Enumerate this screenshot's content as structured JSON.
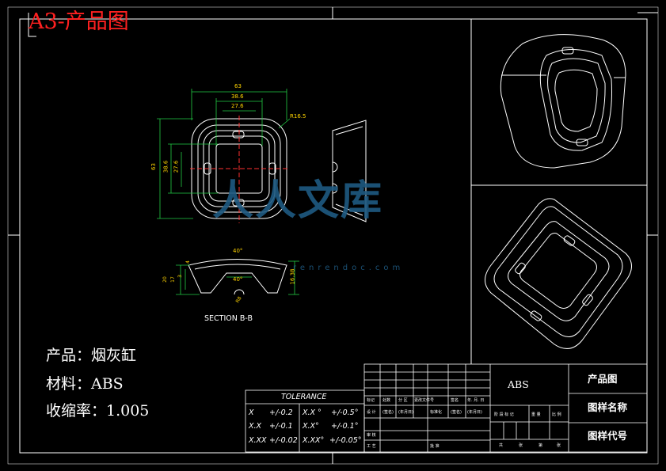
{
  "sheet_title": "A3-产品图",
  "notes": {
    "product": "产品：烟灰缸",
    "material": "材料：ABS",
    "shrinkage": "收缩率：1.005"
  },
  "dimensions": {
    "top_width": "63",
    "inner_width_1": "38.6",
    "inner_width_2": "27.6",
    "radius": "R16.5",
    "height": "63",
    "inner_height_1": "38.6",
    "inner_height_2": "27.6",
    "section_angle_top": "40°",
    "section_angle_bottom": "40°",
    "section_height": "16.38",
    "section_h1": "20",
    "section_h2": "17",
    "section_h3": "3",
    "section_h4": "4",
    "section_r": "R8"
  },
  "section_label": "SECTION B-B",
  "tolerance": {
    "header": "TOLERANCE",
    "rows": [
      {
        "a": "X",
        "b": "+/-0.2",
        "c": "X.X °",
        "d": "+/-0.5°"
      },
      {
        "a": "X.X",
        "b": "+/-0.1",
        "c": "X.X°",
        "d": "+/-0.1°"
      },
      {
        "a": "X.XX",
        "b": "+/-0.02",
        "c": "X.XX°",
        "d": "+/-0.05°"
      }
    ]
  },
  "title_block": {
    "material_value": "ABS",
    "product_drawing": "产品图",
    "drawing_name": "图样名称",
    "drawing_code": "图样代号",
    "row_headers": [
      "标记",
      "处数",
      "分 区",
      "更改文件号",
      "签名",
      "年. 月. 日"
    ],
    "row2": [
      "设 计",
      "(签名)",
      "(年月日)",
      "标准化",
      "(签名)",
      "(年月日)"
    ],
    "row3": [
      "审 核"
    ],
    "row4": [
      "工 艺",
      "批 准"
    ],
    "stage_headers": [
      "阶 段 标 记",
      "重 量",
      "比 例"
    ],
    "sheet_row": [
      "共",
      "张",
      "第",
      "张"
    ]
  },
  "watermark": {
    "text": "人人文库",
    "sub": "renrendoc.com"
  }
}
